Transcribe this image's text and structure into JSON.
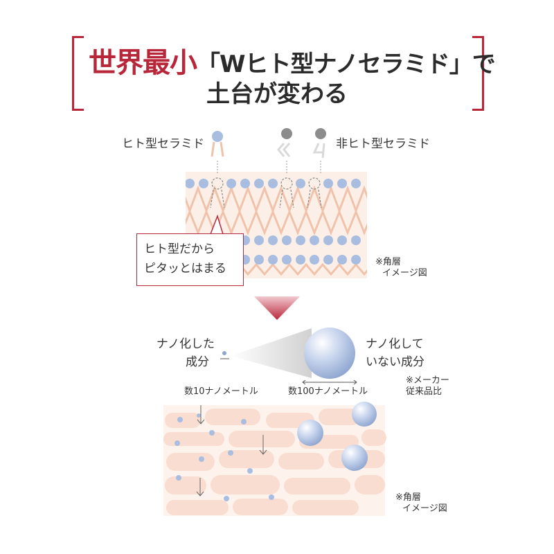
{
  "header": {
    "title_red": "世界最小",
    "title_rest": "「Wヒト型ナノセラミド」で",
    "title_line2": "土台が変わる"
  },
  "ceramide": {
    "human_label": "ヒト型セラミド",
    "nonhuman_label": "非ヒト型セラミド",
    "callout_line1": "ヒト型だから",
    "callout_line2": "ピタッとはまる",
    "note_line1": "※角層",
    "note_line2": "イメージ図"
  },
  "nano": {
    "left_line1": "ナノ化した",
    "left_line2": "成分",
    "right_line1": "ナノ化して",
    "right_line2": "いない成分",
    "small_size": "数10ナノメートル",
    "large_size": "数100ナノメートル",
    "compare_line1": "※メーカー",
    "compare_line2": "従来品比"
  },
  "skin": {
    "note_line1": "※角層",
    "note_line2": "イメージ図"
  },
  "colors": {
    "accent": "#b8263a",
    "lipid_head": "#a9bde0",
    "tail": "#f3c9b4",
    "gray_head": "#8c8c8c"
  }
}
